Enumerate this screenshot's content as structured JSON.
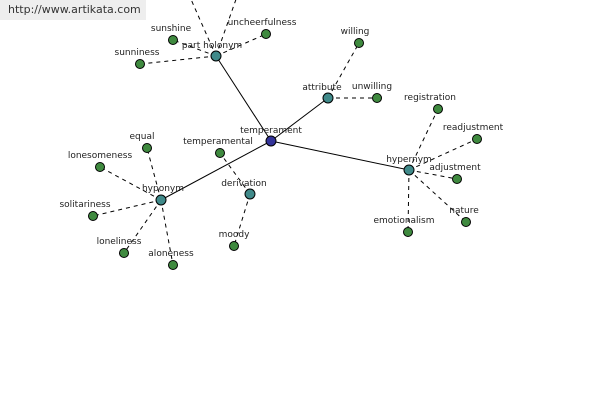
{
  "watermark": "http://www.artikata.com",
  "colors": {
    "root": "#333399",
    "relation": "#408a8a",
    "leaf": "#3f8a3f",
    "edge": "#000000"
  },
  "nodes": [
    {
      "id": "temperament",
      "label": "temperament",
      "kind": "root"
    },
    {
      "id": "part-holonym",
      "label": "part holonym",
      "kind": "relation"
    },
    {
      "id": "attribute",
      "label": "attribute",
      "kind": "relation"
    },
    {
      "id": "hypernym",
      "label": "hypernym",
      "kind": "relation"
    },
    {
      "id": "hyponym",
      "label": "hyponym",
      "kind": "relation"
    },
    {
      "id": "derivation",
      "label": "derivation",
      "kind": "relation"
    },
    {
      "id": "sunshine",
      "label": "sunshine",
      "kind": "leaf"
    },
    {
      "id": "uncheerfulness",
      "label": "uncheerfulness",
      "kind": "leaf"
    },
    {
      "id": "sunniness",
      "label": "sunniness",
      "kind": "leaf"
    },
    {
      "id": "willing",
      "label": "willing",
      "kind": "leaf"
    },
    {
      "id": "unwilling",
      "label": "unwilling",
      "kind": "leaf"
    },
    {
      "id": "registration",
      "label": "registration",
      "kind": "leaf"
    },
    {
      "id": "readjustment",
      "label": "readjustment",
      "kind": "leaf"
    },
    {
      "id": "adjustment",
      "label": "adjustment",
      "kind": "leaf"
    },
    {
      "id": "nature",
      "label": "nature",
      "kind": "leaf"
    },
    {
      "id": "emotionalism",
      "label": "emotionalism",
      "kind": "leaf"
    },
    {
      "id": "temperamental",
      "label": "temperamental",
      "kind": "leaf"
    },
    {
      "id": "moody",
      "label": "moody",
      "kind": "leaf"
    },
    {
      "id": "equal",
      "label": "equal",
      "kind": "leaf"
    },
    {
      "id": "lonesomeness",
      "label": "lonesomeness",
      "kind": "leaf"
    },
    {
      "id": "solitariness",
      "label": "solitariness",
      "kind": "leaf"
    },
    {
      "id": "loneliness",
      "label": "loneliness",
      "kind": "leaf"
    },
    {
      "id": "aloneness",
      "label": "aloneness",
      "kind": "leaf"
    }
  ],
  "edges": [
    {
      "from": "temperament",
      "to": "part-holonym",
      "style": "solid"
    },
    {
      "from": "temperament",
      "to": "attribute",
      "style": "solid"
    },
    {
      "from": "temperament",
      "to": "hypernym",
      "style": "solid"
    },
    {
      "from": "temperament",
      "to": "hyponym",
      "style": "solid"
    },
    {
      "from": "part-holonym",
      "to": "sunshine",
      "style": "dashed"
    },
    {
      "from": "part-holonym",
      "to": "uncheerfulness",
      "style": "dashed"
    },
    {
      "from": "part-holonym",
      "to": "sunniness",
      "style": "dashed"
    },
    {
      "from": "part-holonym",
      "to": "offscreen-a",
      "style": "dashed"
    },
    {
      "from": "part-holonym",
      "to": "offscreen-b",
      "style": "dashed"
    },
    {
      "from": "attribute",
      "to": "willing",
      "style": "dashed"
    },
    {
      "from": "attribute",
      "to": "unwilling",
      "style": "dashed"
    },
    {
      "from": "hypernym",
      "to": "registration",
      "style": "dashed"
    },
    {
      "from": "hypernym",
      "to": "readjustment",
      "style": "dashed"
    },
    {
      "from": "hypernym",
      "to": "adjustment",
      "style": "dashed"
    },
    {
      "from": "hypernym",
      "to": "nature",
      "style": "dashed"
    },
    {
      "from": "hypernym",
      "to": "emotionalism",
      "style": "dashed"
    },
    {
      "from": "derivation",
      "to": "temperamental",
      "style": "dashed"
    },
    {
      "from": "derivation",
      "to": "moody",
      "style": "dashed"
    },
    {
      "from": "hyponym",
      "to": "equal",
      "style": "dashed"
    },
    {
      "from": "hyponym",
      "to": "lonesomeness",
      "style": "dashed"
    },
    {
      "from": "hyponym",
      "to": "solitariness",
      "style": "dashed"
    },
    {
      "from": "hyponym",
      "to": "loneliness",
      "style": "dashed"
    },
    {
      "from": "hyponym",
      "to": "aloneness",
      "style": "dashed"
    }
  ]
}
